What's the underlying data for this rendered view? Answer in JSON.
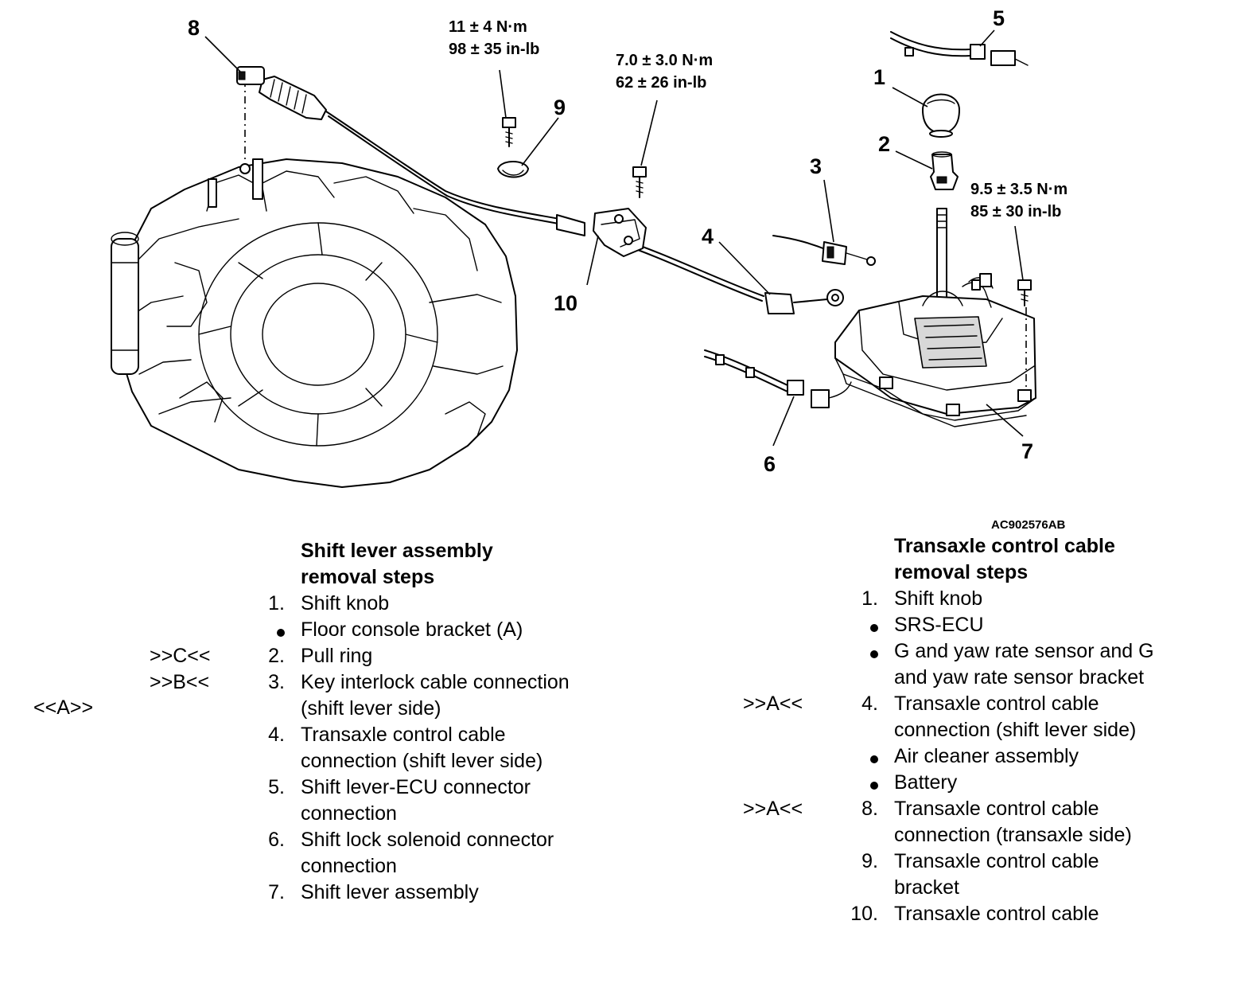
{
  "figure_id": "AC902576AB",
  "callouts": {
    "c1": "1",
    "c2": "2",
    "c3": "3",
    "c4": "4",
    "c5": "5",
    "c6": "6",
    "c7": "7",
    "c8": "8",
    "c9": "9",
    "c10": "10"
  },
  "torques": {
    "t9": [
      "11 ± 4 N·m",
      "98 ± 35 in-lb"
    ],
    "t10": [
      "7.0 ± 3.0 N·m",
      "62 ± 26 in-lb"
    ],
    "t7": [
      "9.5 ± 3.5 N·m",
      "85 ± 30 in-lb"
    ]
  },
  "left_procedure": {
    "heading": [
      "Shift lever assembly",
      "removal steps"
    ],
    "margin_note": "<<A>>",
    "steps": [
      {
        "num": "1.",
        "text": [
          "Shift knob"
        ],
        "mark": ""
      },
      {
        "num": "•",
        "text": [
          "Floor console bracket (A)"
        ],
        "mark": ""
      },
      {
        "num": "2.",
        "text": [
          "Pull ring"
        ],
        "mark": ">>C<<"
      },
      {
        "num": "3.",
        "text": [
          "Key interlock cable connection",
          "(shift lever side)"
        ],
        "mark": ">>B<<"
      },
      {
        "num": "4.",
        "text": [
          "Transaxle control cable",
          "connection (shift lever side)"
        ],
        "mark": ""
      },
      {
        "num": "5.",
        "text": [
          "Shift lever-ECU connector",
          "connection"
        ],
        "mark": ""
      },
      {
        "num": "6.",
        "text": [
          "Shift lock solenoid connector",
          "connection"
        ],
        "mark": ""
      },
      {
        "num": "7.",
        "text": [
          "Shift lever assembly"
        ],
        "mark": ""
      }
    ]
  },
  "right_procedure": {
    "heading": [
      "Transaxle control cable",
      "removal steps"
    ],
    "steps": [
      {
        "num": "1.",
        "text": [
          "Shift knob"
        ],
        "mark": ""
      },
      {
        "num": "•",
        "text": [
          "SRS-ECU"
        ],
        "mark": ""
      },
      {
        "num": "•",
        "text": [
          "G and yaw rate sensor and G",
          "and yaw rate sensor bracket"
        ],
        "mark": ""
      },
      {
        "num": "4.",
        "text": [
          "Transaxle control cable",
          "connection (shift lever side)"
        ],
        "mark": ">>A<<"
      },
      {
        "num": "•",
        "text": [
          "Air cleaner assembly"
        ],
        "mark": ""
      },
      {
        "num": "•",
        "text": [
          "Battery"
        ],
        "mark": ""
      },
      {
        "num": "8.",
        "text": [
          "Transaxle control cable",
          "connection (transaxle side)"
        ],
        "mark": ">>A<<"
      },
      {
        "num": "9.",
        "text": [
          "Transaxle control cable",
          "bracket"
        ],
        "mark": ""
      },
      {
        "num": "10.",
        "text": [
          "Transaxle control cable"
        ],
        "mark": ""
      }
    ]
  }
}
